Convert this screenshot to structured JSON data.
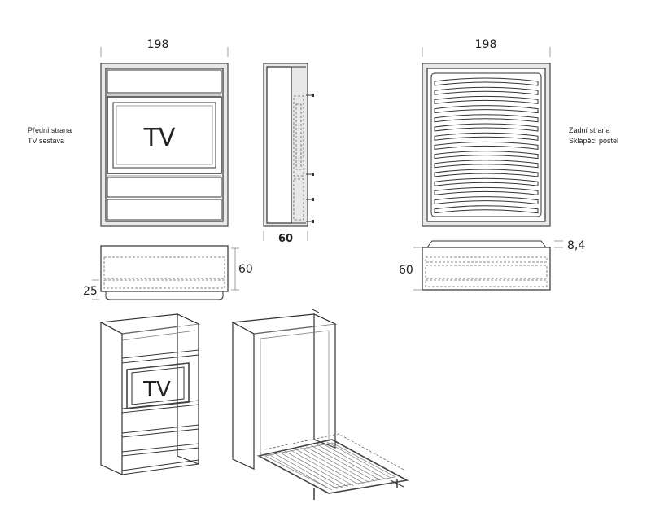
{
  "dimensions": {
    "front_width": "198",
    "back_width": "198",
    "side_depth": "60",
    "top_front_depth": "60",
    "top_front_inset": "25",
    "top_back_depth": "60",
    "top_back_mattress": "8,4"
  },
  "captions": {
    "front_line1": "Přední strana",
    "front_line2": "TV sestava",
    "back_line1": "Zadní strana",
    "back_line2": "Sklápěcí postel"
  },
  "labels": {
    "tv_front": "TV",
    "tv_iso": "TV"
  }
}
